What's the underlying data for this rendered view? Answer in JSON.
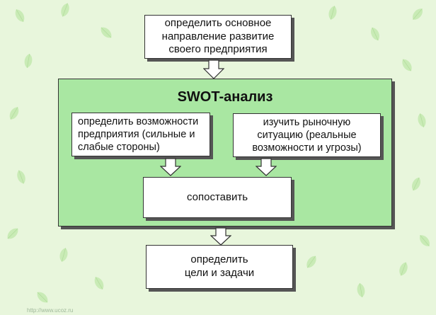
{
  "diagram": {
    "top_box": "определить основное\nнаправление развитие\nсвоего предприятия",
    "panel_title": "SWOT-анализ",
    "left_box": "определить возможности\nпредприятия (сильные и\nслабые стороны)",
    "right_box": "изучить рыночную\nситуацию (реальные\nвозможности и угрозы)",
    "middle_box": "сопоставить",
    "bottom_box": "определить\nцели и задачи"
  },
  "watermark": "http://www.ucoz.ru",
  "colors": {
    "background": "#e8f6dc",
    "panel": "#a9e7a2",
    "arrow_fill": "#ffffff",
    "border": "#333333"
  }
}
